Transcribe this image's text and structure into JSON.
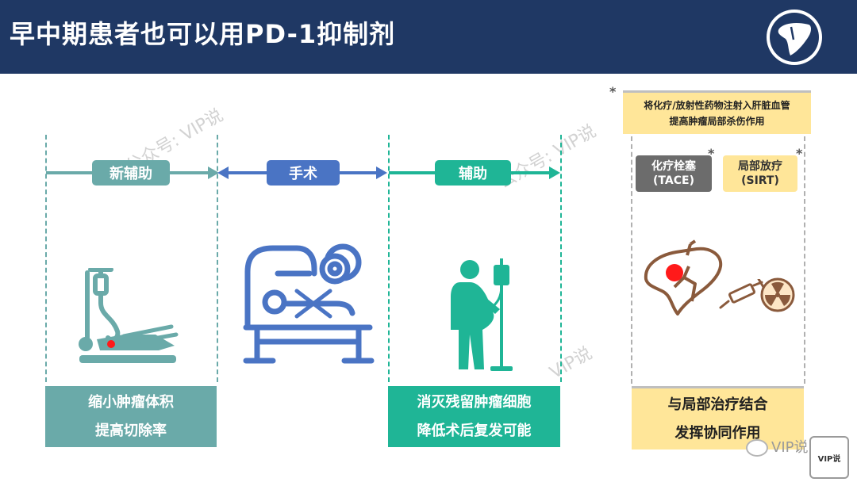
{
  "header": {
    "title": "早中期患者也可以用PD-1抑制剂"
  },
  "colors": {
    "header_bg": "#1f3864",
    "teal": "#6aaaa9",
    "blue": "#4a74c4",
    "green": "#1fb596",
    "gray": "#6c6c6c",
    "yellow": "#ffe699"
  },
  "phases": [
    {
      "label": "新辅助",
      "outcome": [
        "缩小肿瘤体积",
        "提高切除率"
      ]
    },
    {
      "label": "手术"
    },
    {
      "label": "辅助",
      "outcome": [
        "消灭残留肿瘤细胞",
        "降低术后复发可能"
      ]
    }
  ],
  "local_therapy": {
    "note_line1": "将化疗/放射性药物注射入肝脏血管",
    "note_line2": "提高肿瘤局部杀伤作用",
    "star": "*",
    "tace": {
      "line1": "化疗栓塞",
      "line2": "(TACE)"
    },
    "sirt": {
      "line1": "局部放疗",
      "line2": "(SIRT)"
    },
    "outcome": [
      "与局部治疗结合",
      "发挥协同作用"
    ]
  },
  "watermarks": {
    "text1": "公众号: VIP说",
    "text2": "公众号: VIP说",
    "text3": "VIP说",
    "badge": "VIP说",
    "corner": "VIP说"
  },
  "icons": [
    "liver-logo-icon",
    "iv-patient-icon",
    "surgery-icon",
    "walking-iv-patient-icon",
    "liver-tumor-icon",
    "syringe-icon",
    "radiation-icon"
  ]
}
